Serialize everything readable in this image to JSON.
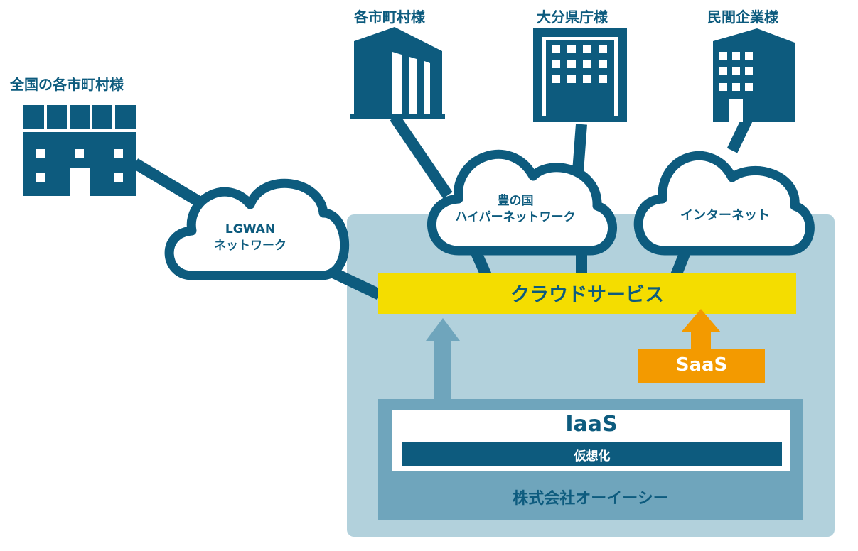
{
  "colors": {
    "navy": "#0d5b7e",
    "panel": "#b2d1dc",
    "inner_panel": "#6fa5bc",
    "arrow_light": "#6fa5bc",
    "cloud_service": "#f4dd00",
    "saas": "#f39a00",
    "white": "#ffffff"
  },
  "nodes": {
    "municipalities_nationwide": {
      "label": "全国の各市町村様",
      "icon": "building-row-icon"
    },
    "municipalities": {
      "label": "各市町村様",
      "icon": "tall-building-icon"
    },
    "oita_prefecture": {
      "label": "大分県庁様",
      "icon": "office-building-icon"
    },
    "private_companies": {
      "label": "民間企業様",
      "icon": "office-tower-icon"
    }
  },
  "clouds": {
    "lgwan": {
      "line1": "LGWAN",
      "line2": "ネットワーク"
    },
    "hyper": {
      "line1": "豊の国",
      "line2": "ハイパーネットワーク"
    },
    "internet": {
      "line1": "インターネット"
    }
  },
  "cloud_service": {
    "label": "クラウドサービス"
  },
  "saas": {
    "label": "SaaS"
  },
  "iaas": {
    "label": "IaaS",
    "sub_label": "仮想化"
  },
  "company": {
    "label": "株式会社オーイーシー"
  }
}
